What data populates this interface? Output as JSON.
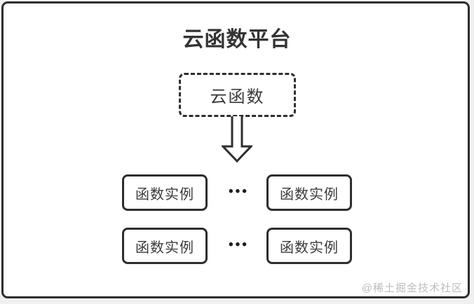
{
  "colors": {
    "page_bg": "#f0f0f0",
    "frame_bg": "#ffffff",
    "line_color": "#2e2e2e",
    "title_color": "#333333",
    "node_text_color": "#3a3a3a",
    "dots_color": "#1f1f1f",
    "watermark_color": "#bdbdbd"
  },
  "diagram": {
    "title": "云函数平台",
    "cloud_function_node": {
      "label": "云函数"
    },
    "arrow_icon": "down-arrow",
    "instance_rows": [
      {
        "left": "函数实例",
        "dots": "•••",
        "right": "函数实例"
      },
      {
        "left": "函数实例",
        "dots": "•••",
        "right": "函数实例"
      }
    ],
    "watermark": "@稀土掘金技术社区"
  }
}
